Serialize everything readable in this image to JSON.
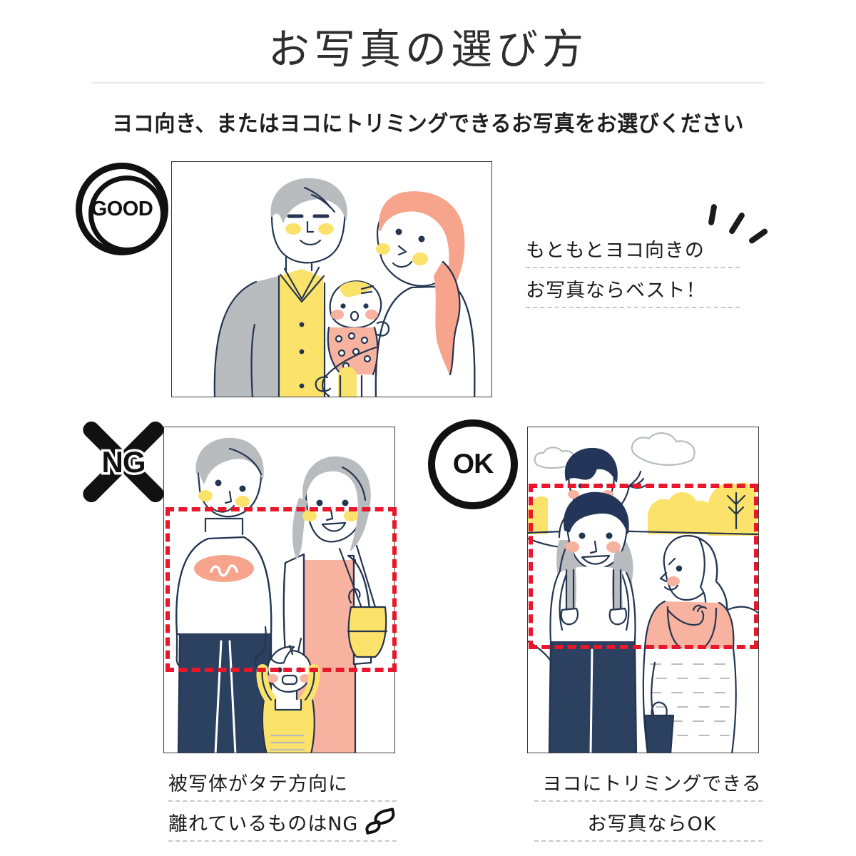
{
  "header": {
    "title": "お写真の選び方",
    "subtitle": "ヨコ向き、またはヨコにトリミングできるお写真をお選びください"
  },
  "badges": {
    "good": "GOOD",
    "ng": "NG",
    "ok": "OK"
  },
  "callout_good": {
    "line1_pre": "もともと",
    "line1_highlight": "ヨコ向き",
    "line1_post": "の",
    "line2": "お写真ならベスト！"
  },
  "caption_ng": {
    "line1": "被写体がタテ方向に",
    "line2": "離れているものはNG"
  },
  "caption_ok": {
    "line1_highlight": "ヨコにトリミング",
    "line1_post": "できる",
    "line2": "お写真ならOK"
  },
  "colors": {
    "ink": "#24354f",
    "yellow": "#fbe26a",
    "highlight_yellow": "#fff23d",
    "salmon": "#f6a48c",
    "pink": "#f7b2a0",
    "gray": "#b9bcbf",
    "navy": "#2c4060",
    "crop_red": "#e8172b",
    "rule_gray": "#e9e9e9"
  }
}
